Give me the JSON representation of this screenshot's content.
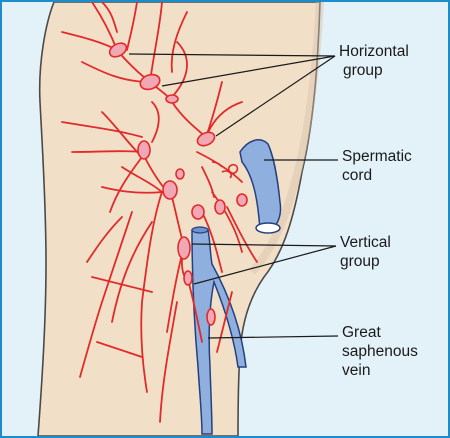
{
  "colors": {
    "frame": "#1c8ccb",
    "background": "#e3f1f8",
    "skin": "#f2dfc8",
    "skin_outline": "#4a4a4a",
    "lymph": "#e22a2a",
    "node_fill": "#f2a8b4",
    "vein": "#8fb0de",
    "vein_outline": "#25407f",
    "leader_line": "#1a1a1a"
  },
  "labels": {
    "horizontal_group": [
      "Horizontal",
      "group"
    ],
    "spermatic_cord": [
      "Spermatic",
      "cord"
    ],
    "vertical_group": [
      "Vertical",
      "group"
    ],
    "great_saphenous_vein": [
      "Great",
      "saphenous",
      "vein"
    ]
  }
}
